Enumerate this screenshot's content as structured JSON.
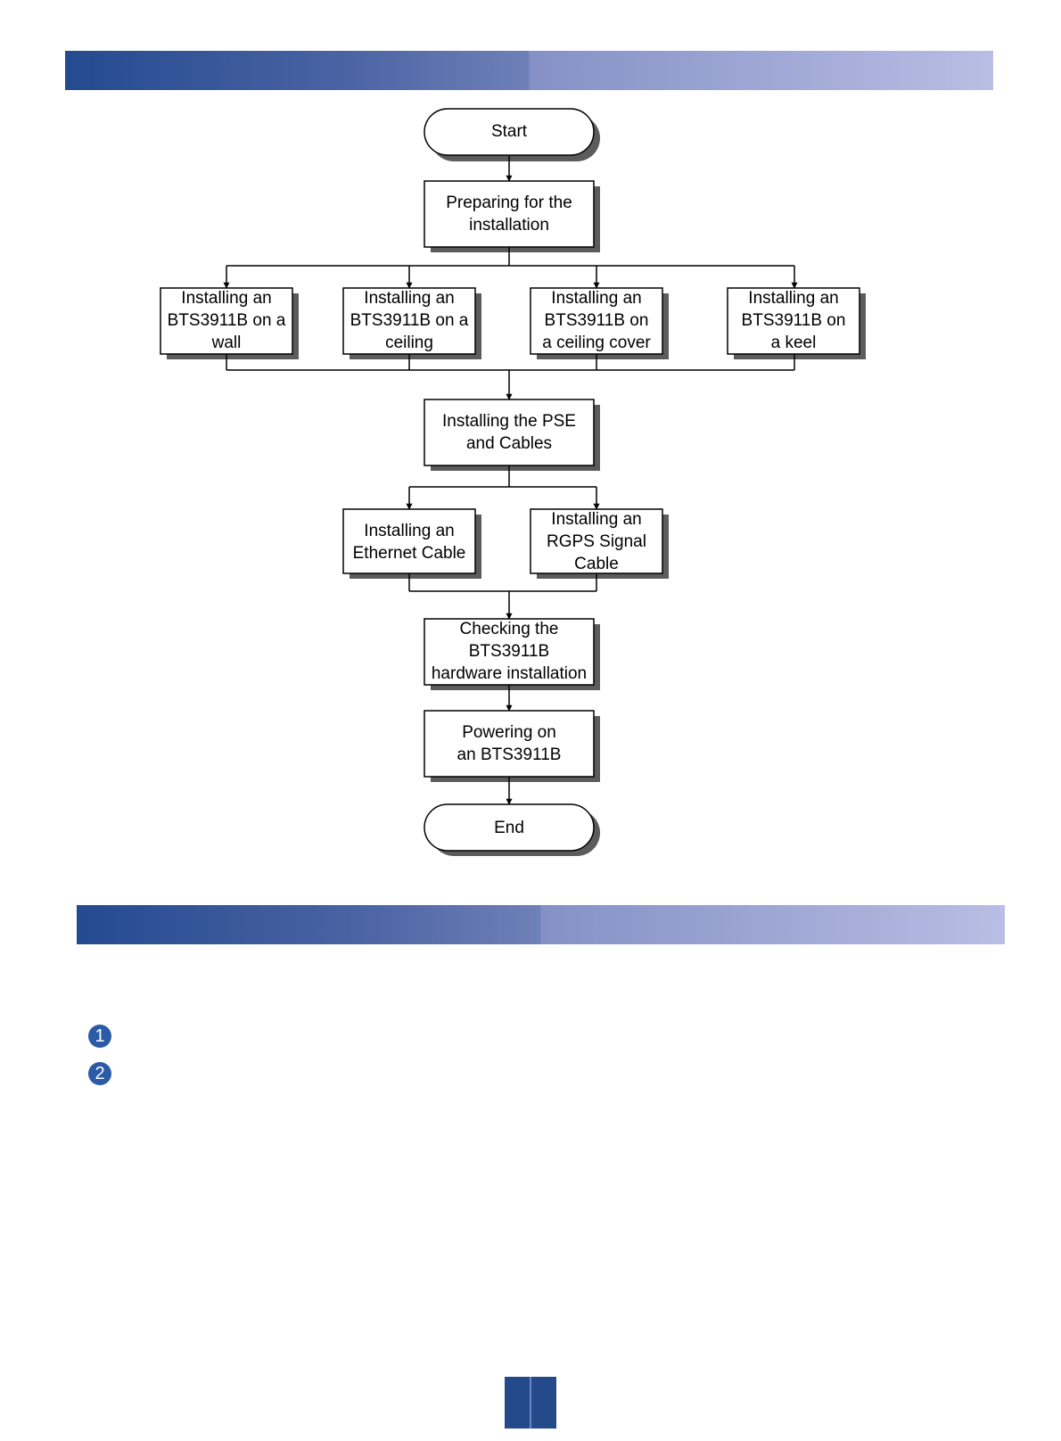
{
  "flowchart": {
    "start": "Start",
    "prepare": [
      "Preparing for the",
      "installation"
    ],
    "install_wall": [
      "Installing an",
      "BTS3911B on a",
      "wall"
    ],
    "install_ceiling": [
      "Installing an",
      "BTS3911B on a",
      "ceiling"
    ],
    "install_ceiling_cover": [
      "Installing an",
      "BTS3911B on",
      "a ceiling cover"
    ],
    "install_keel": [
      "Installing an",
      "BTS3911B on",
      "a keel"
    ],
    "install_pse": [
      "Installing the PSE",
      "and Cables"
    ],
    "install_ethernet": [
      "Installing an",
      "Ethernet Cable"
    ],
    "install_rgps": [
      "Installing an",
      "RGPS Signal",
      "Cable"
    ],
    "check_hardware": [
      "Checking the",
      "BTS3911B",
      "hardware installation"
    ],
    "power_on": [
      "Powering on",
      "an BTS3911B"
    ],
    "end": "End"
  },
  "steps": {
    "marker_1": "1",
    "marker_2": "2"
  }
}
